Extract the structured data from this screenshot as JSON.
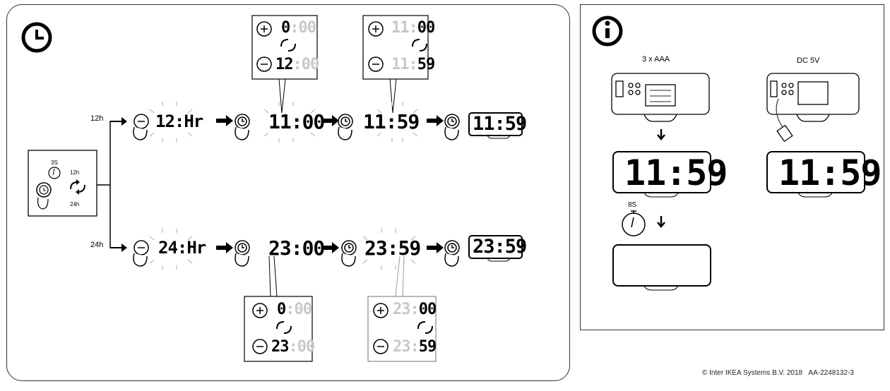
{
  "left": {
    "mode_12h": "12h",
    "mode_24h": "24h",
    "hold_duration": "3S",
    "toggle_12h": "12h",
    "toggle_24h": "24h",
    "row12": {
      "mode_blink": "12:Hr",
      "hour": "11",
      "minute": "00",
      "final_min": "59",
      "final": "11:59"
    },
    "row24": {
      "mode_blink": "24:Hr",
      "hour": "23",
      "minute": "00",
      "final_min": "59",
      "final": "23:59"
    },
    "inset_12h_hour": {
      "top_hour": "0",
      "top_min": "00",
      "bottom_hour": "12",
      "bottom_min": "00"
    },
    "inset_12h_min": {
      "top_hour": "11",
      "top_min": "00",
      "bottom_hour": "11",
      "bottom_min": "59"
    },
    "inset_24h_hour": {
      "top_hour": "0",
      "top_min": "00",
      "bottom_hour": "23",
      "bottom_min": "00"
    },
    "inset_24h_min": {
      "top_hour": "23",
      "top_min": "00",
      "bottom_hour": "23",
      "bottom_min": "59"
    }
  },
  "right": {
    "battery_label": "3 x AAA",
    "dc_label": "DC 5V",
    "display_battery": "11:59",
    "display_dc": "11:59",
    "timeout": "8S"
  },
  "footer": {
    "copyright": "© Inter IKEA Systems B.V. 2018",
    "doc_id": "AA-2248132-3"
  }
}
